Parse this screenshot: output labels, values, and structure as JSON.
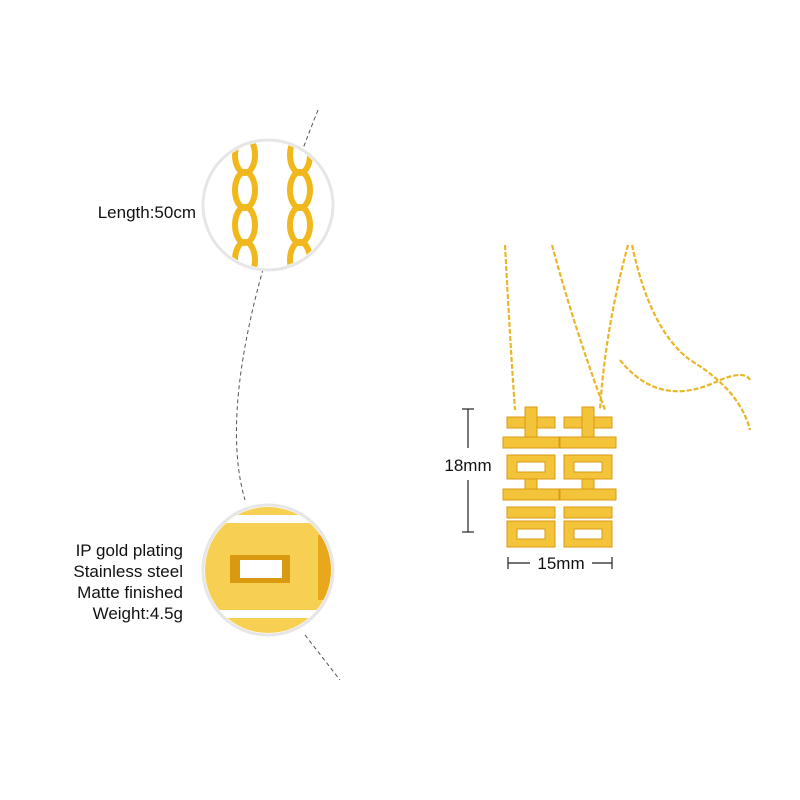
{
  "length_label": "Length:50cm",
  "specs": [
    "IP gold plating",
    "Stainless steel",
    "Matte finished",
    "Weight:4.5g"
  ],
  "dimensions": {
    "height": "18mm",
    "width": "15mm"
  },
  "colors": {
    "gold": "#f2c232",
    "gold_dark": "#d99a12",
    "gold_light": "#fbd968"
  }
}
